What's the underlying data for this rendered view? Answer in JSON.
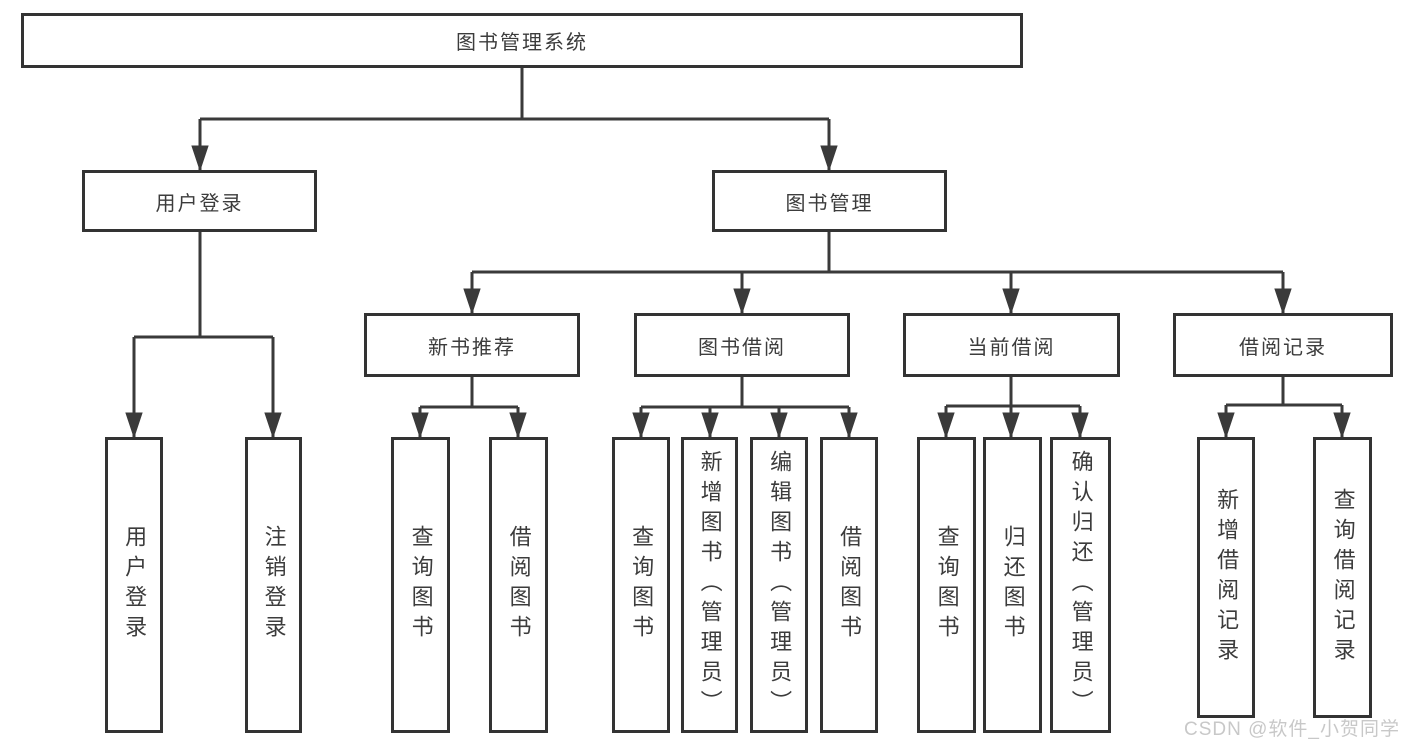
{
  "tree": {
    "root": "图书管理系统",
    "branches": [
      {
        "label": "用户登录",
        "children": [
          "用户登录",
          "注销登录"
        ]
      },
      {
        "label": "图书管理",
        "children": [
          {
            "label": "新书推荐",
            "children": [
              "查询图书",
              "借阅图书"
            ]
          },
          {
            "label": "图书借阅",
            "children": [
              "查询图书",
              "新增图书（管理员）",
              "编辑图书（管理员）",
              "借阅图书"
            ]
          },
          {
            "label": "当前借阅",
            "children": [
              "查询图书",
              "归还图书",
              "确认归还（管理员）"
            ]
          },
          {
            "label": "借阅记录",
            "children": [
              "新增借阅记录",
              "查询借阅记录"
            ]
          }
        ]
      }
    ]
  },
  "watermark": {
    "text": "CSDN @软件_小贺同学"
  },
  "colors": {
    "line": "#3a3a3a",
    "box_border": "#333333",
    "text": "#3c3c3c",
    "watermark": "#c4c4c4",
    "background": "#ffffff"
  }
}
